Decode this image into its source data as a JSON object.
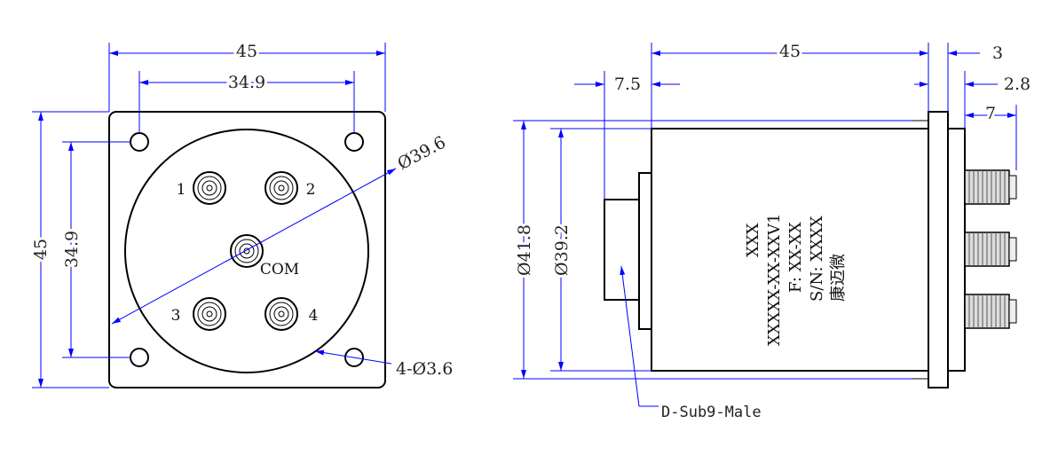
{
  "front_view": {
    "width_label": "45",
    "hole_spacing_label": "34.9",
    "height_label": "45",
    "hole_spacing_v_label": "34.9",
    "diameter_label": "Ø39.6",
    "holes_label": "4-Ø3.6",
    "ports": [
      {
        "label": "1"
      },
      {
        "label": "2"
      },
      {
        "label": "COM"
      },
      {
        "label": "3"
      },
      {
        "label": "4"
      }
    ]
  },
  "side_view": {
    "length_label": "45",
    "flange_label": "3",
    "dsub_offset_label": "7.5",
    "flange_inner_label": "2.8",
    "connector_label": "7",
    "outer_dia_label": "Ø41.8",
    "body_dia_label": "Ø39.2",
    "dsub_label": "D-Sub9-Male",
    "body_text": [
      "XXX",
      "XXXXX-XX-XXV1",
      "F: XX-XX",
      "S/N: XXXX",
      "康迈微"
    ]
  }
}
